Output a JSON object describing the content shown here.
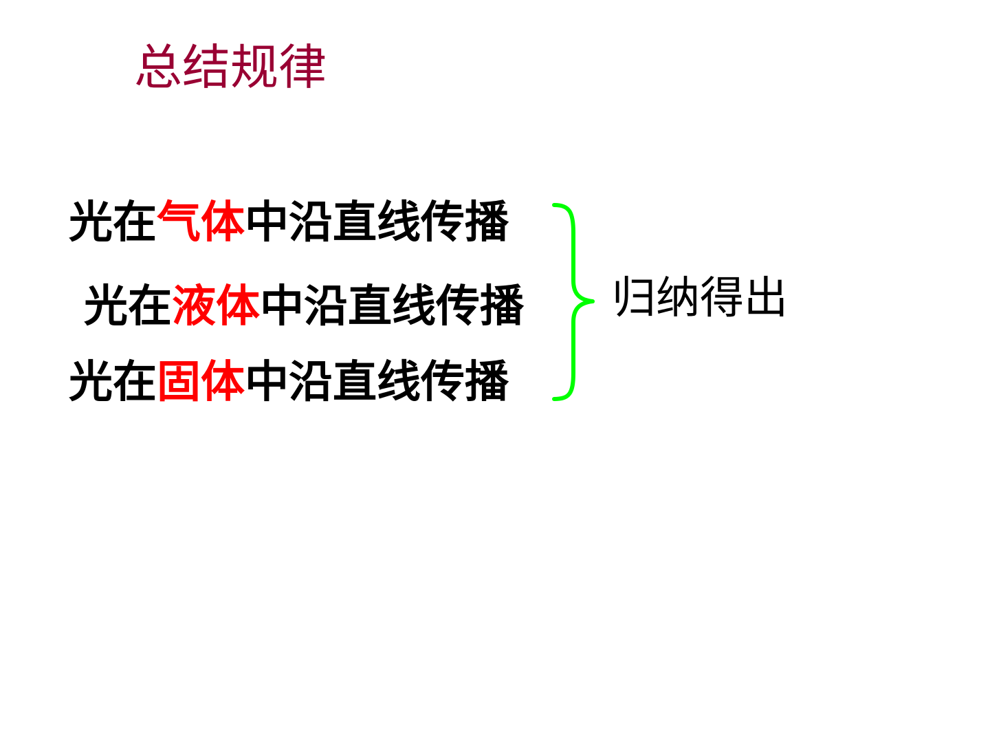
{
  "title": "总结规律",
  "statements": [
    {
      "prefix": "光在",
      "medium": "气体",
      "suffix": "中沿直线传播"
    },
    {
      "prefix": "光在",
      "medium": "液体",
      "suffix": "中沿直线传播"
    },
    {
      "prefix": "光在",
      "medium": "固体",
      "suffix": "中沿直线传播"
    }
  ],
  "conclusion": "归纳得出",
  "colors": {
    "title": "#990033",
    "highlight": "#ff0000",
    "brace": "#00ff00",
    "text": "#000000"
  }
}
